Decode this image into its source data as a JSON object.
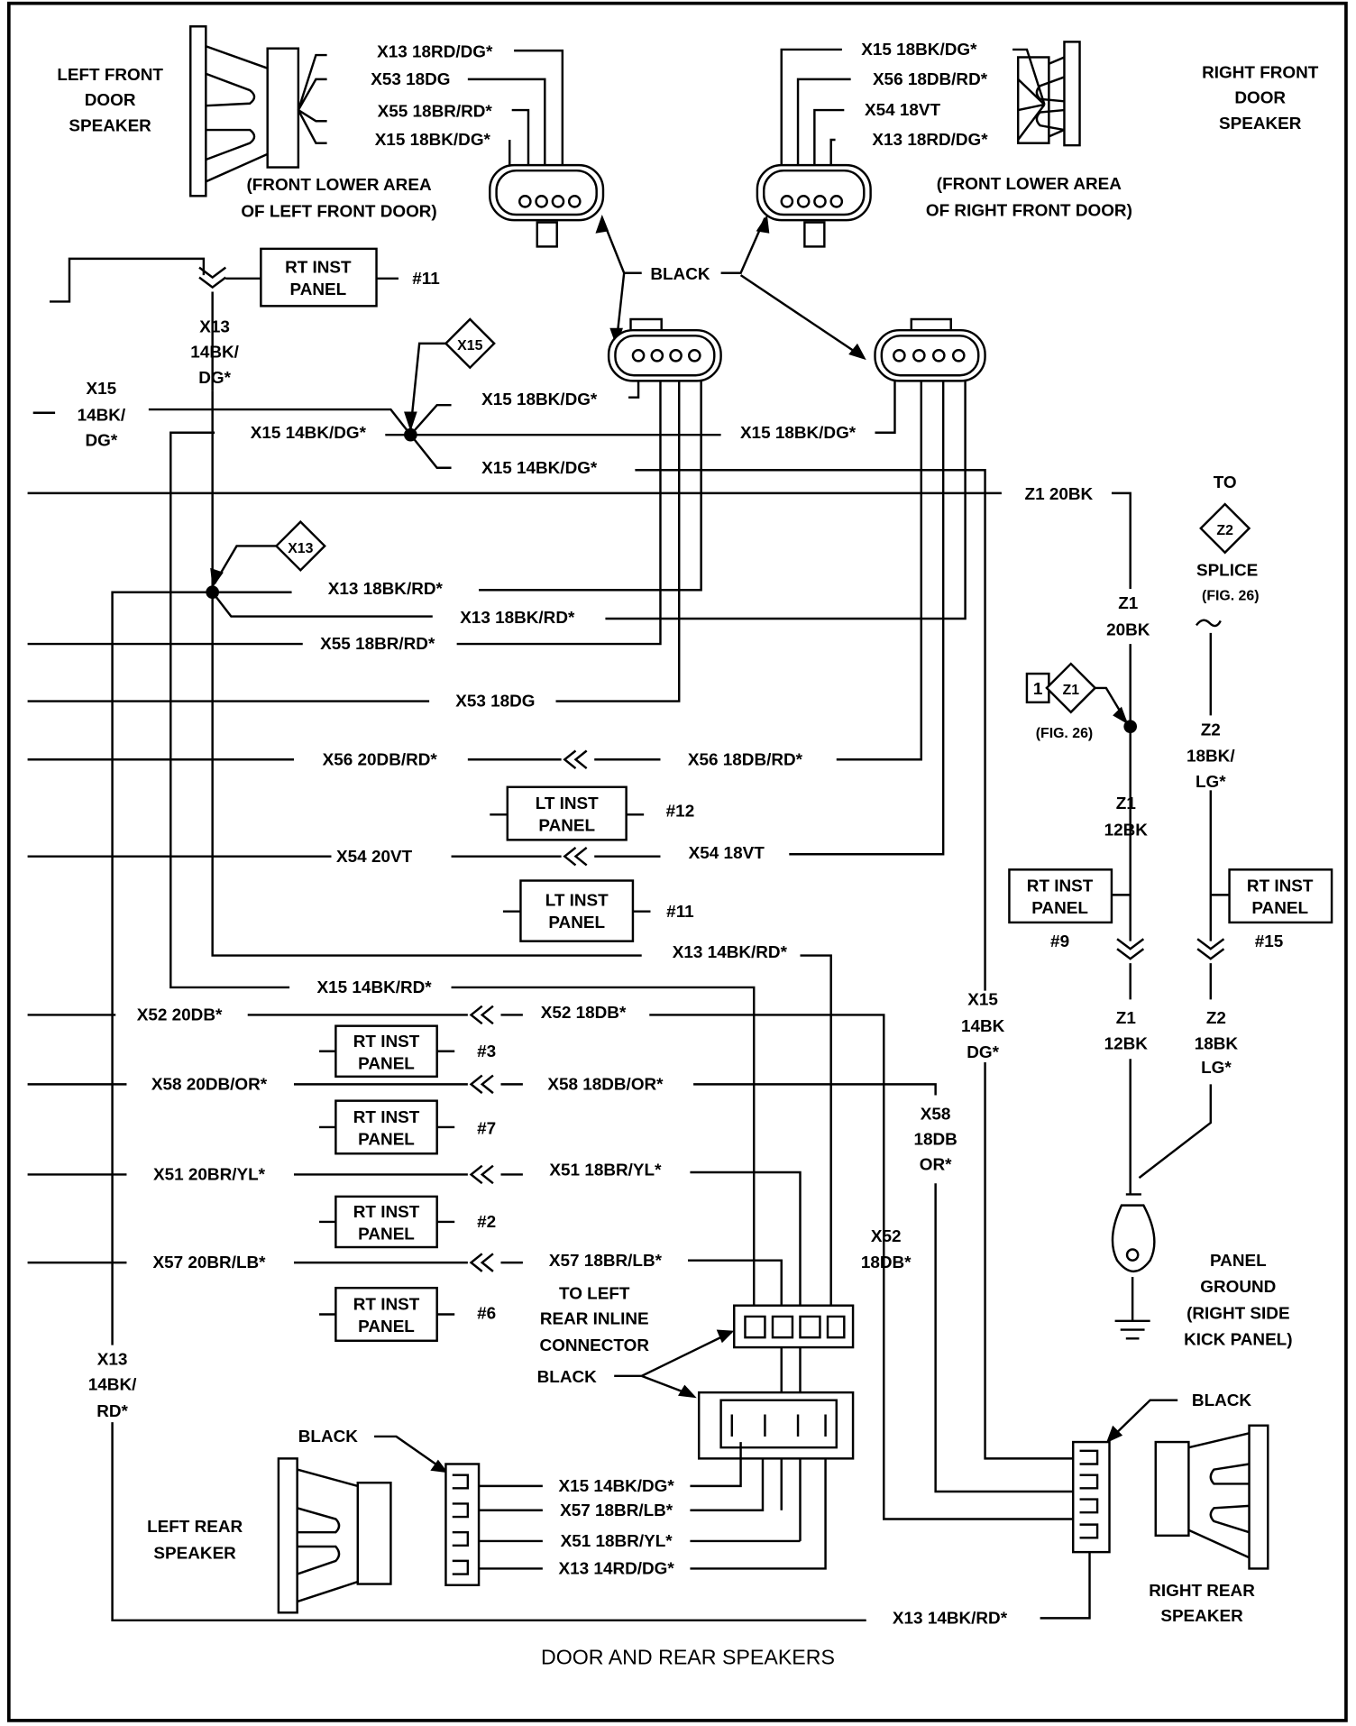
{
  "title": "DOOR AND REAR SPEAKERS",
  "components": {
    "lf_speaker": [
      "LEFT  FRONT",
      "DOOR",
      "SPEAKER"
    ],
    "lf_location": [
      "(FRONT LOWER AREA",
      "OF LEFT FRONT DOOR)"
    ],
    "rf_speaker": [
      "RIGHT FRONT",
      "DOOR",
      "SPEAKER"
    ],
    "rf_location": [
      "(FRONT LOWER AREA",
      "OF RIGHT FRONT DOOR)"
    ],
    "lr_speaker": [
      "LEFT REAR",
      "SPEAKER"
    ],
    "rr_speaker": [
      "RIGHT REAR",
      "SPEAKER"
    ],
    "panel_ground": [
      "PANEL",
      "GROUND",
      "(RIGHT SIDE",
      "KICK PANEL)"
    ],
    "inline_connector": [
      "TO LEFT",
      "REAR INLINE",
      "CONNECTOR"
    ],
    "z2_splice": [
      "TO",
      "SPLICE",
      "(FIG. 26)"
    ],
    "z1_fig": "(FIG. 26)",
    "z1_box": "1",
    "black": "BLACK"
  },
  "diamonds": {
    "x15": "X15",
    "x13": "X13",
    "z1": "Z1",
    "z2": "Z2"
  },
  "inst_panels": [
    {
      "label": [
        "RT INST",
        "PANEL"
      ],
      "num": "#11"
    },
    {
      "label": [
        "LT INST",
        "PANEL"
      ],
      "num": "#12"
    },
    {
      "label": [
        "LT INST",
        "PANEL"
      ],
      "num": "#11"
    },
    {
      "label": [
        "RT INST",
        "PANEL"
      ],
      "num": "#3"
    },
    {
      "label": [
        "RT INST",
        "PANEL"
      ],
      "num": "#7"
    },
    {
      "label": [
        "RT INST",
        "PANEL"
      ],
      "num": "#2"
    },
    {
      "label": [
        "RT INST",
        "PANEL"
      ],
      "num": "#6"
    },
    {
      "label": [
        "RT INST",
        "PANEL"
      ],
      "num": "#9"
    },
    {
      "label": [
        "RT INST",
        "PANEL"
      ],
      "num": "#15"
    }
  ],
  "wires": {
    "lf": [
      "X13 18RD/DG*",
      "X53 18DG",
      "X55 18BR/RD*",
      "X15 18BK/DG*"
    ],
    "rf": [
      "X15 18BK/DG*",
      "X56 18DB/RD*",
      "X54 18VT",
      "X13 18RD/DG*"
    ],
    "x13_vert": [
      "X13",
      "14BK/",
      "DG*"
    ],
    "x15_vert": [
      "X15",
      "14BK/",
      "DG*"
    ],
    "x15_splice": [
      "X15 18BK/DG*",
      "X15 14BK/DG*",
      "X15 18BK/DG*",
      "X15 14BK/DG*"
    ],
    "z1_top": "Z1 20BK",
    "z1_a": [
      "Z1",
      "20BK"
    ],
    "z1_b": [
      "Z1",
      "12BK"
    ],
    "z1_c": [
      "Z1",
      "12BK"
    ],
    "z2_a": [
      "Z2",
      "18BK/",
      "LG*"
    ],
    "z2_b": [
      "Z2",
      "18BK",
      "LG*"
    ],
    "x13_splice": [
      "X13 18BK/RD*",
      "X13 18BK/RD*"
    ],
    "x55": "X55 18BR/RD*",
    "x53": "X53 18DG",
    "x56": [
      "X56 20DB/RD*",
      "X56 18DB/RD*"
    ],
    "x54": [
      "X54 20VT",
      "X54 18VT"
    ],
    "x13_mid": "X13 14BK/RD*",
    "x15_mid": "X15 14BK/RD*",
    "x15_rr": [
      "X15",
      "14BK",
      "DG*"
    ],
    "x52": [
      "X52 20DB*",
      "X52 18DB*"
    ],
    "x58": [
      "X58 20DB/OR*",
      "X58 18DB/OR*"
    ],
    "x58_vert": [
      "X58",
      "18DB",
      "OR*"
    ],
    "x51": [
      "X51 20BR/YL*",
      "X51 18BR/YL*"
    ],
    "x57": [
      "X57 20BR/LB*",
      "X57 18BR/LB*"
    ],
    "x52_vert": [
      "X52",
      "18DB*"
    ],
    "x13_left": [
      "X13",
      "14BK/",
      "RD*"
    ],
    "lr": [
      "X15 14BK/DG*",
      "X57 18BR/LB*",
      "X51 18BR/YL*",
      "X13 14RD/DG*"
    ],
    "x13_bottom": "X13 14BK/RD*"
  }
}
